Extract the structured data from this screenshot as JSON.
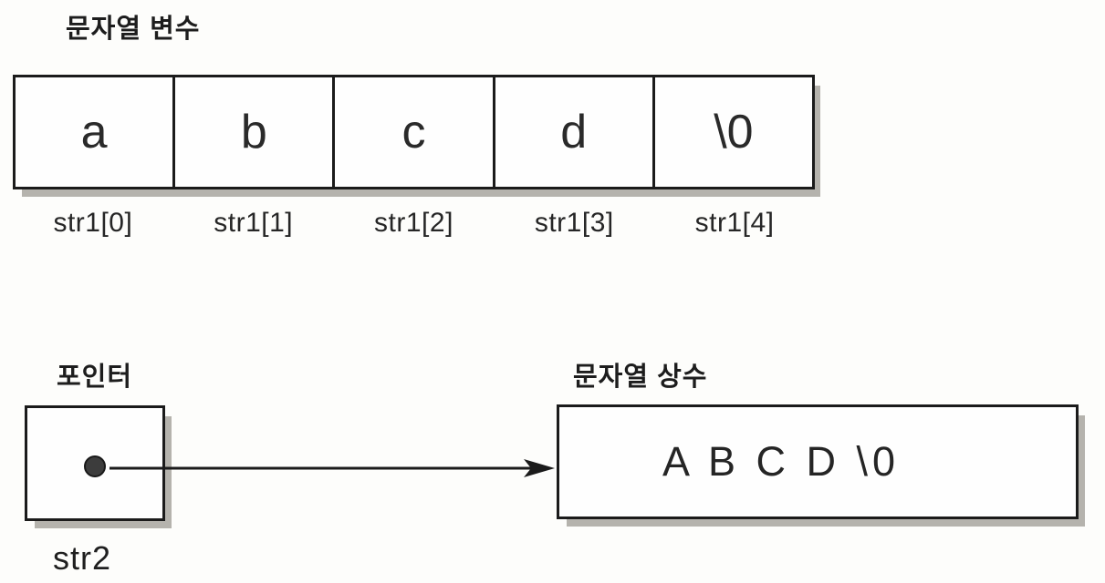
{
  "diagram": {
    "string_variable": {
      "label": "문자열 변수",
      "cells": [
        {
          "value": "a",
          "index": "str1[0]"
        },
        {
          "value": "b",
          "index": "str1[1]"
        },
        {
          "value": "c",
          "index": "str1[2]"
        },
        {
          "value": "d",
          "index": "str1[3]"
        },
        {
          "value": "\\0",
          "index": "str1[4]"
        }
      ]
    },
    "pointer": {
      "label": "포인터",
      "name": "str2"
    },
    "string_constant": {
      "label": "문자열 상수",
      "content": "A B C D \\0"
    },
    "colors": {
      "background": "#fdfdfb",
      "border": "#1b1b1b",
      "shadow": "#b5b3ad",
      "text": "#222222",
      "dot": "#3c3c3c"
    }
  }
}
